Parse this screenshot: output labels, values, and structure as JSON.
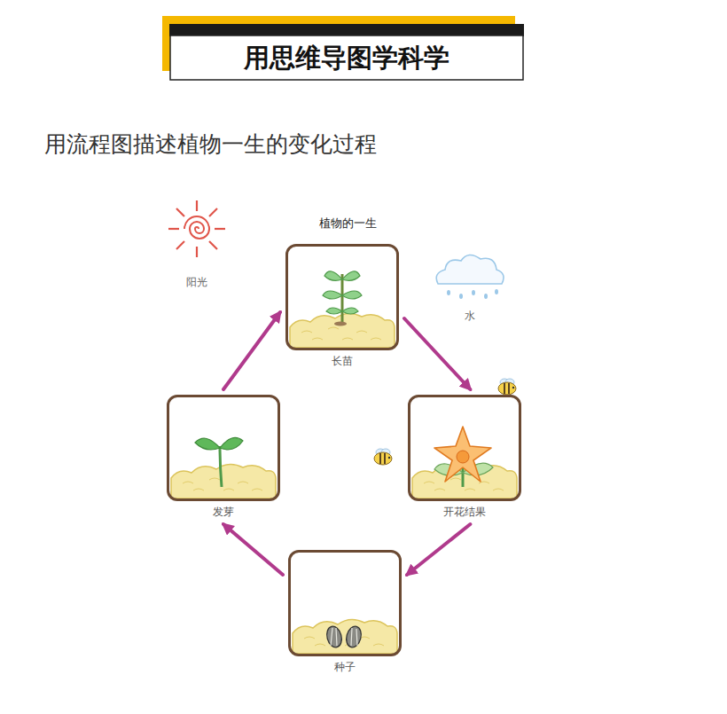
{
  "diagram": {
    "title": "用思维导图学科学",
    "nodes": [
      {
        "text": [
          "长苗"
        ]
      },
      {
        "text": [
          "发芽"
        ]
      },
      {
        "text": [
          "开花结果"
        ]
      },
      {
        "text": [
          "种子"
        ]
      }
    ],
    "edges": [
      {
        "from": 0,
        "to": 2,
        "arrow": "to"
      },
      {
        "from": 2,
        "to": 3,
        "arrow": "to"
      },
      {
        "from": 3,
        "to": 1,
        "arrow": "to"
      },
      {
        "from": 1,
        "to": 0,
        "arrow": "to"
      }
    ],
    "labels": [
      "用流程图描述植物一生的变化过程",
      "植物的一生",
      "阳光",
      "水"
    ]
  }
}
